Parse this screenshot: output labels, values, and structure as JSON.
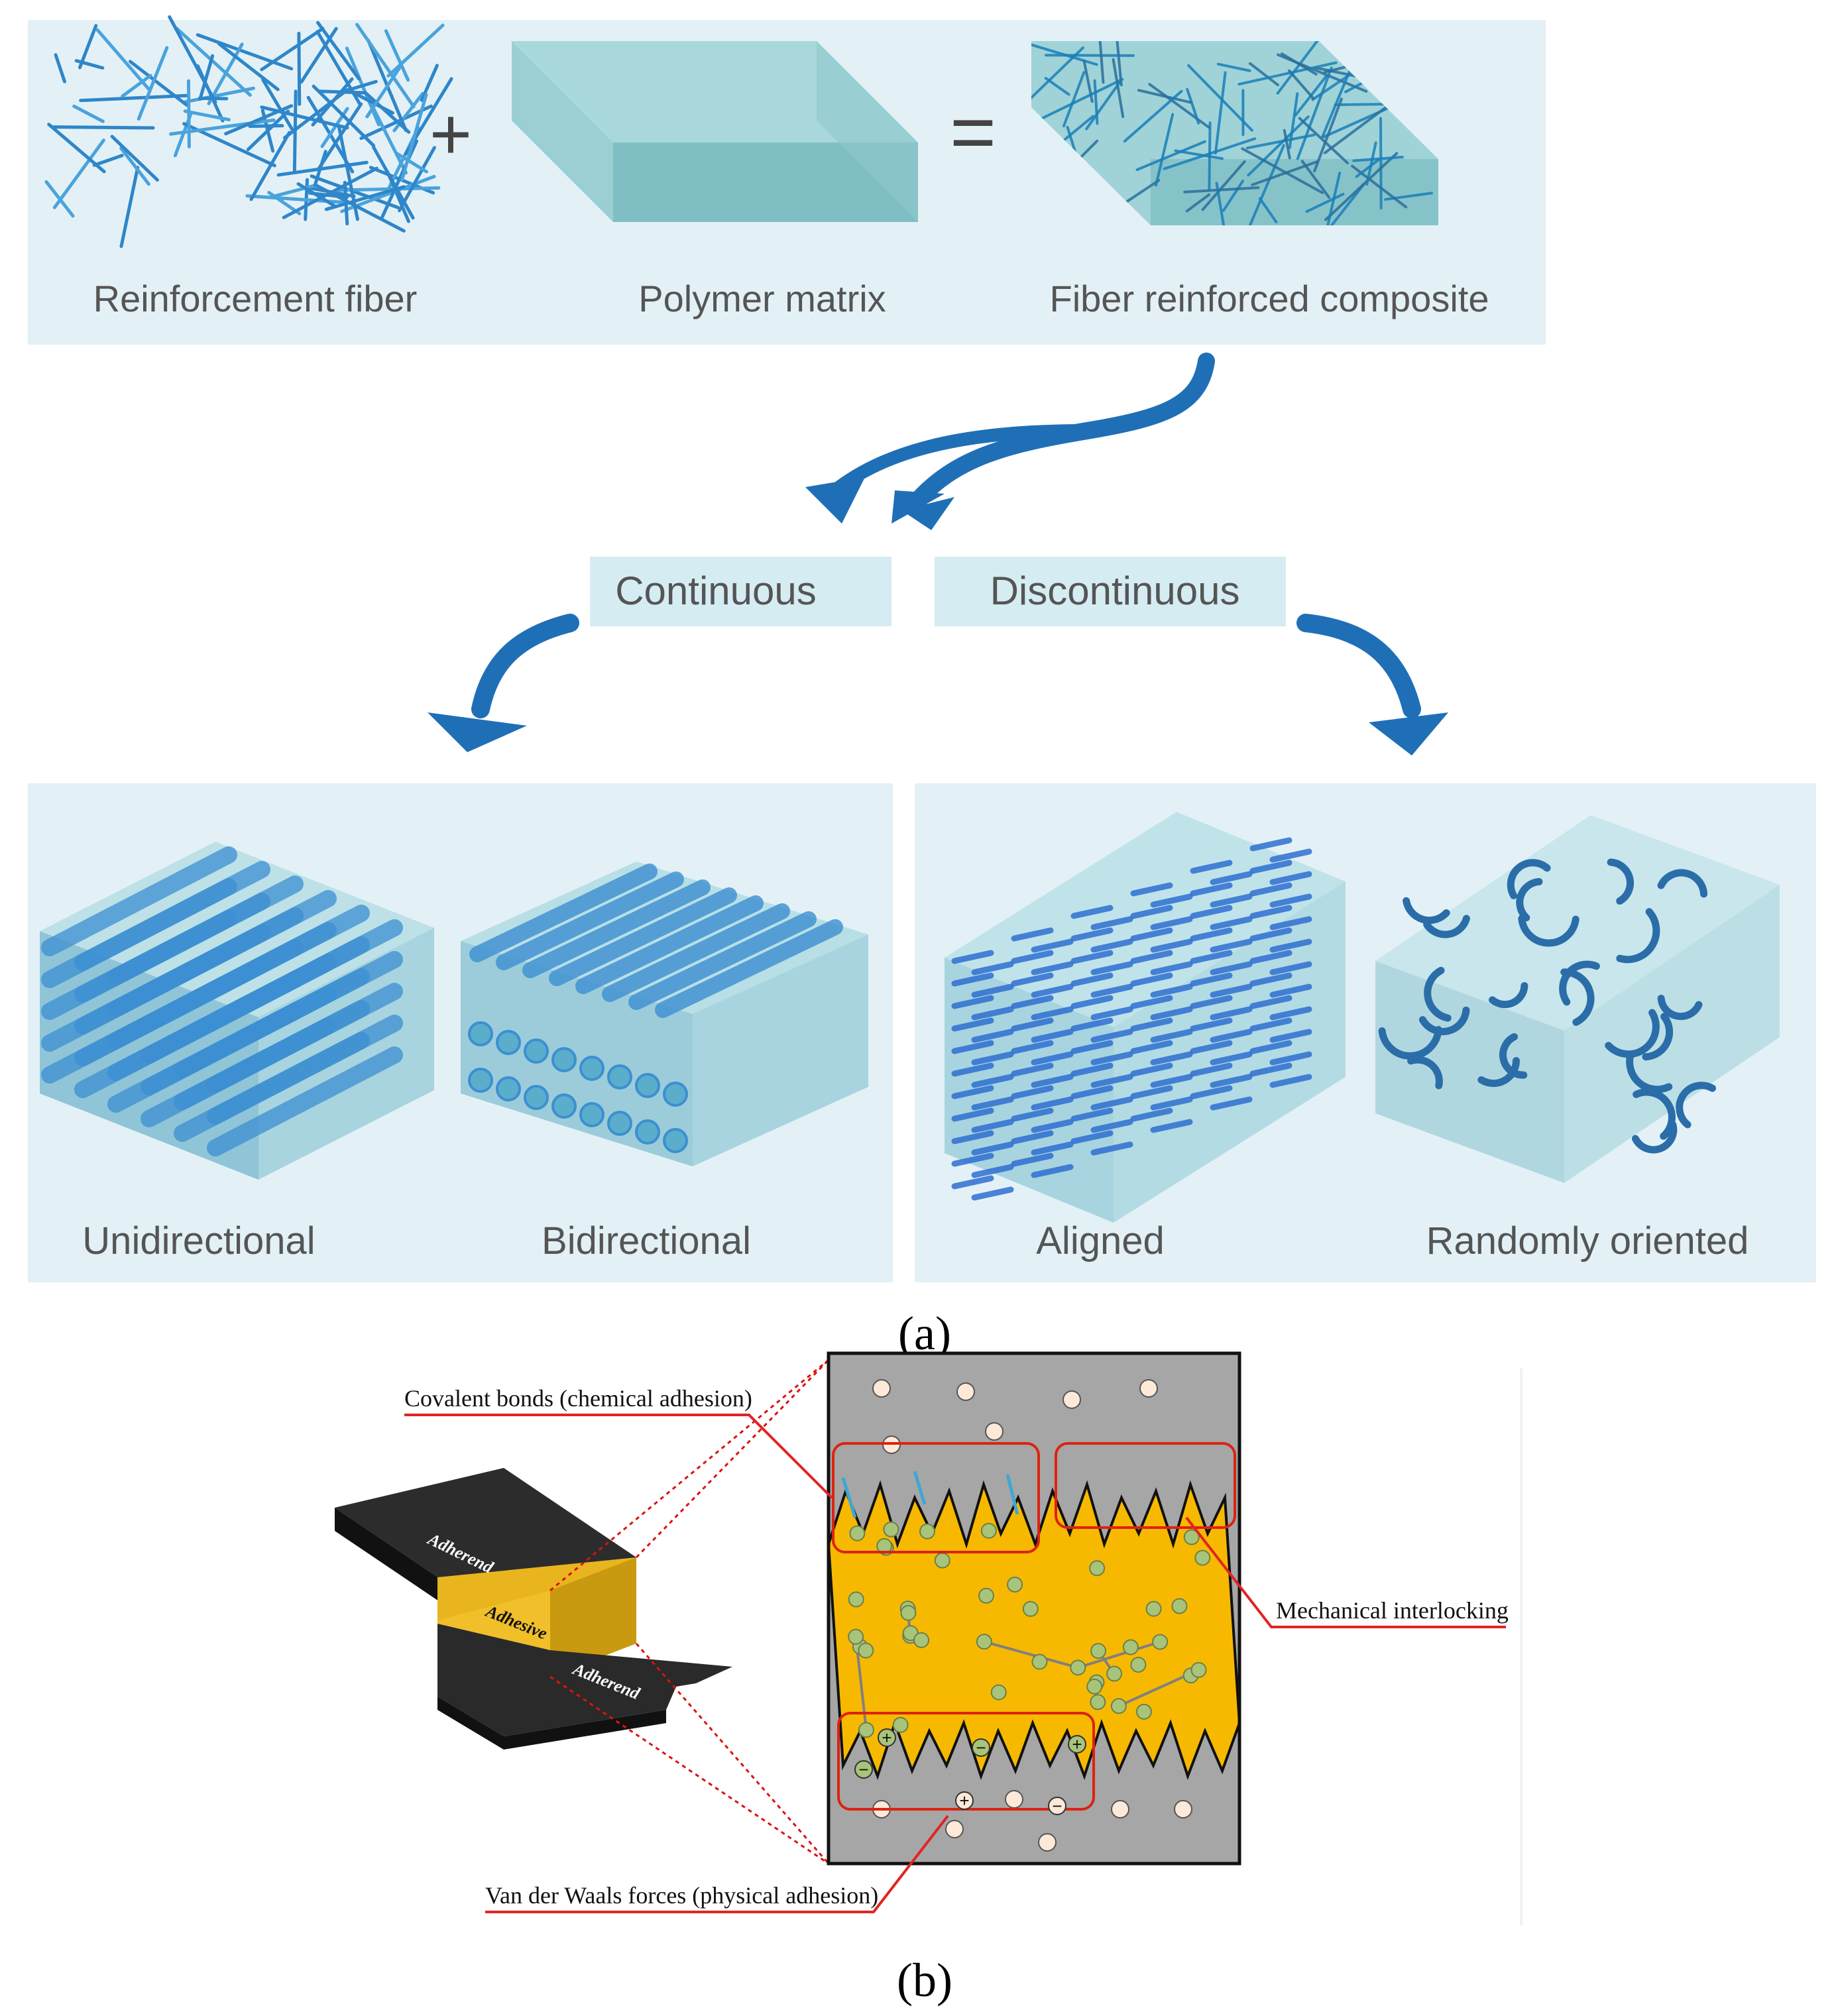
{
  "panel_a": {
    "caption": "(a)",
    "top_row": {
      "fiber_label": "Reinforcement fiber",
      "matrix_label": "Polymer matrix",
      "composite_label": "Fiber reinforced composite",
      "plus_sign": "+",
      "equals_sign": "="
    },
    "branches": {
      "continuous_label": "Continuous",
      "discontinuous_label": "Discontinuous"
    },
    "continuous_types": {
      "unidirectional_label": "Unidirectional",
      "bidirectional_label": "Bidirectional"
    },
    "discontinuous_types": {
      "aligned_label": "Aligned",
      "random_label": "Randomly oriented"
    }
  },
  "panel_b": {
    "caption": "(b)",
    "joint": {
      "adherend_top_label": "Adherend",
      "adhesive_label": "Adhesive",
      "adherend_bottom_label": "Adherend"
    },
    "callouts": {
      "covalent": "Covalent bonds (chemical adhesion)",
      "mechanical": "Mechanical interlocking",
      "vdw": "Van der Waals forces (physical adhesion)"
    },
    "charges": {
      "plus": "+",
      "minus": "−"
    }
  },
  "colors": {
    "panel_bg": "#e3f1f6",
    "fiber_blue": "#2f86c9",
    "matrix_teal": "#8cc9cc",
    "arrow_blue": "#1f6fb7",
    "adhesive_yellow": "#f7b900",
    "adherend_gray": "#a6a6a6",
    "callout_red": "#e02424",
    "node_green": "#a8c47a"
  }
}
